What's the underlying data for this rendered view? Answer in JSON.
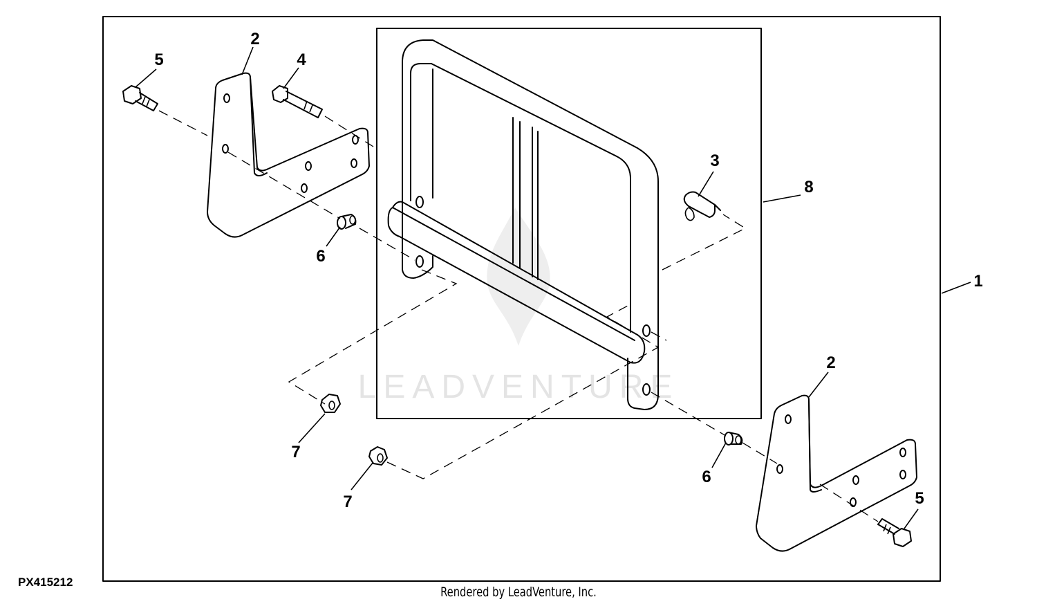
{
  "figure_id": "PX415212",
  "footer_text": "Rendered by LeadVenture, Inc.",
  "watermark_text": "LEADVENTURE",
  "callouts": {
    "c1": "1",
    "c2_top": "2",
    "c2_bottom": "2",
    "c3": "3",
    "c4": "4",
    "c5_top": "5",
    "c5_bottom": "5",
    "c6_left": "6",
    "c6_right": "6",
    "c7_upper": "7",
    "c7_lower": "7",
    "c8": "8"
  }
}
